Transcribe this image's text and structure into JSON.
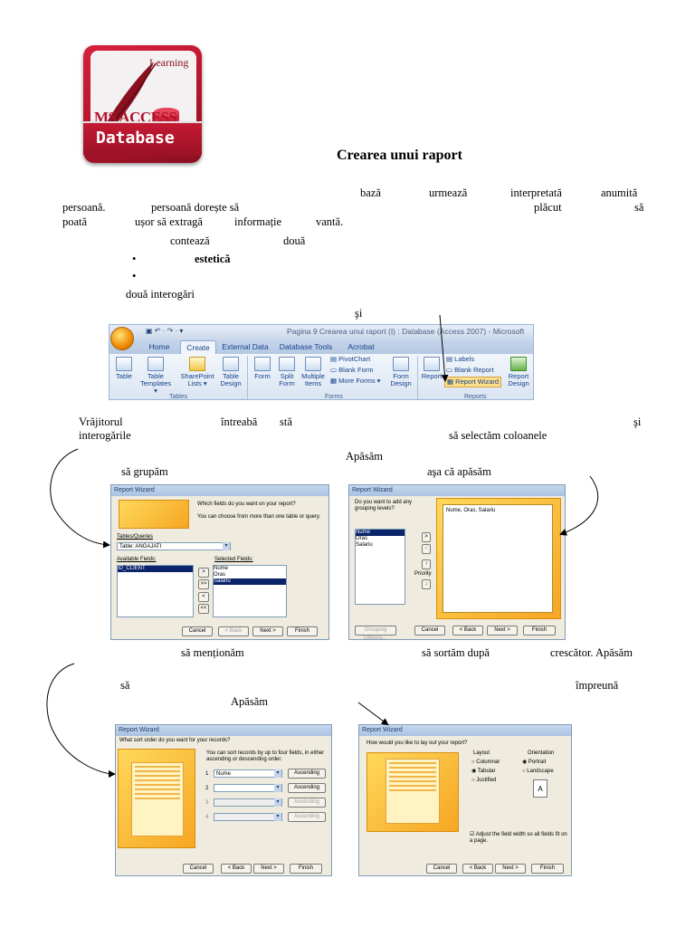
{
  "logo": {
    "learning": "Learning",
    "ms_access": "MS ACCESS",
    "database": "Database"
  },
  "title": "Crearea unui raport",
  "para1": {
    "line1": [
      "bază",
      "urmează",
      "interpretată",
      "anumită"
    ],
    "line2": [
      "persoană.",
      "persoană dorește să",
      "plăcut",
      "să"
    ],
    "line3": [
      "poată",
      "ușor să extragă",
      "informație",
      "vantă."
    ],
    "line4": [
      "contează",
      "două"
    ],
    "bullet1": "estetică",
    "line6": "două interogări",
    "line7": "şi"
  },
  "ribbon": {
    "window_title": "Pagina 9 Crearea unui raport (I) : Database (Access 2007) - Microsoft",
    "tabs": [
      "Home",
      "Create",
      "External Data",
      "Database Tools",
      "Acrobat"
    ],
    "buttons": {
      "table": "Table",
      "table_templates": "Table Templates ▾",
      "sharepoint_lists": "SharePoint Lists ▾",
      "table_design": "Table Design",
      "form": "Form",
      "split_form": "Split Form",
      "multiple_items": "Multiple Items",
      "pivotchart": "PivotChart",
      "blank_form": "Blank Form",
      "more_forms": "More Forms ▾",
      "form_design": "Form Design",
      "report": "Report",
      "labels": "Labels",
      "blank_report": "Blank Report",
      "report_wizard": "Report Wizard",
      "report_design": "Report Design"
    },
    "groups": [
      "Tables",
      "Forms",
      "Reports"
    ]
  },
  "para2": {
    "line1": [
      "Vrăjitorul",
      "întreabă",
      "stă",
      "şi"
    ],
    "line2": [
      "interogările",
      "să selectăm coloanele"
    ],
    "line3": "Apăsăm",
    "cap_left": "să grupăm",
    "cap_right": "aşa că apăsăm"
  },
  "wizard1": {
    "title": "Report Wizard",
    "q1": "Which fields do you want on your report?",
    "q2": "You can choose from more than one table or query.",
    "tq_label": "Tables/Queries",
    "tq_value": "Table: ANGAJATI",
    "avail_label": "Available Fields:",
    "selected_label": "Selected Fields:",
    "available": [
      "ID_CLIENT"
    ],
    "selected": [
      "Nume",
      "Oras",
      "Salariu"
    ],
    "move": [
      ">",
      ">>",
      "<",
      "<<"
    ],
    "cancel": "Cancel",
    "back": "< Back",
    "next": "Next >",
    "finish": "Finish"
  },
  "wizard2": {
    "title": "Report Wizard",
    "q": "Do you want to add any grouping levels?",
    "list": [
      "Nume",
      "Oras",
      "Salariu"
    ],
    "preview": "Nume, Oras, Salariu",
    "priority": "Priority",
    "grouping_options": "Grouping Options...",
    "cancel": "Cancel",
    "back": "< Back",
    "next": "Next >",
    "finish": "Finish"
  },
  "para3": {
    "line1": [
      "să menționăm",
      "să sortăm după",
      "crescător. Apăsăm"
    ],
    "line2": [
      "să",
      "împreună"
    ],
    "line3": "Apăsăm"
  },
  "wizard3": {
    "title": "Report Wizard",
    "q": "What sort order do you want for your records?",
    "hint": "You can sort records by up to four fields, in either ascending or descending order.",
    "rows": [
      {
        "n": "1",
        "value": "Nume",
        "order": "Ascending"
      },
      {
        "n": "2",
        "value": "",
        "order": "Ascending"
      },
      {
        "n": "3",
        "value": "",
        "order": "Ascending"
      },
      {
        "n": "4",
        "value": "",
        "order": "Ascending"
      }
    ],
    "cancel": "Cancel",
    "back": "< Back",
    "next": "Next >",
    "finish": "Finish"
  },
  "wizard4": {
    "title": "Report Wizard",
    "q": "How would you like to lay out your report?",
    "layout_label": "Layout",
    "layouts": [
      "Columnar",
      "Tabular",
      "Justified"
    ],
    "orientation_label": "Orientation",
    "orientations": [
      "Portrait",
      "Landscape"
    ],
    "adjust": "Adjust the field width so all fields fit on a page.",
    "cancel": "Cancel",
    "back": "< Back",
    "next": "Next >",
    "finish": "Finish"
  }
}
